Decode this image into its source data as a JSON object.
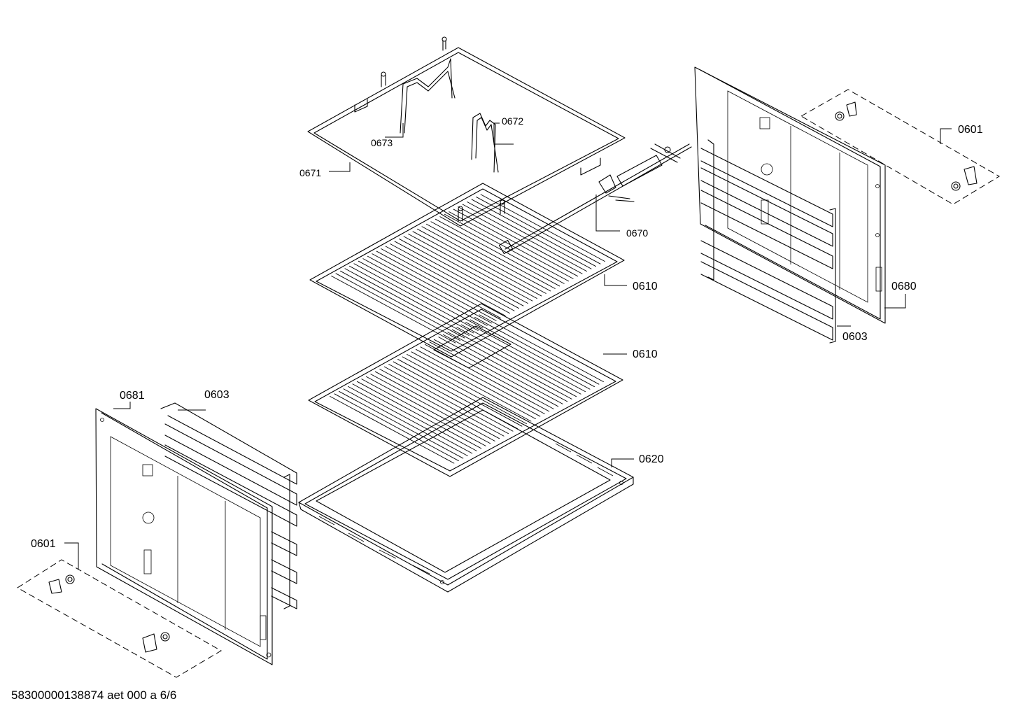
{
  "labels": {
    "p0601_right": "0601",
    "p0601_left": "0601",
    "p0603_right": "0603",
    "p0603_left": "0603",
    "p0610_upper": "0610",
    "p0610_lower": "0610",
    "p0620": "0620",
    "p0670": "0670",
    "p0671": "0671",
    "p0672": "0672",
    "p0673": "0673",
    "p0680": "0680",
    "p0681": "0681"
  },
  "footer": {
    "document_id": "58300000138874 aet 000 a 6/6"
  }
}
